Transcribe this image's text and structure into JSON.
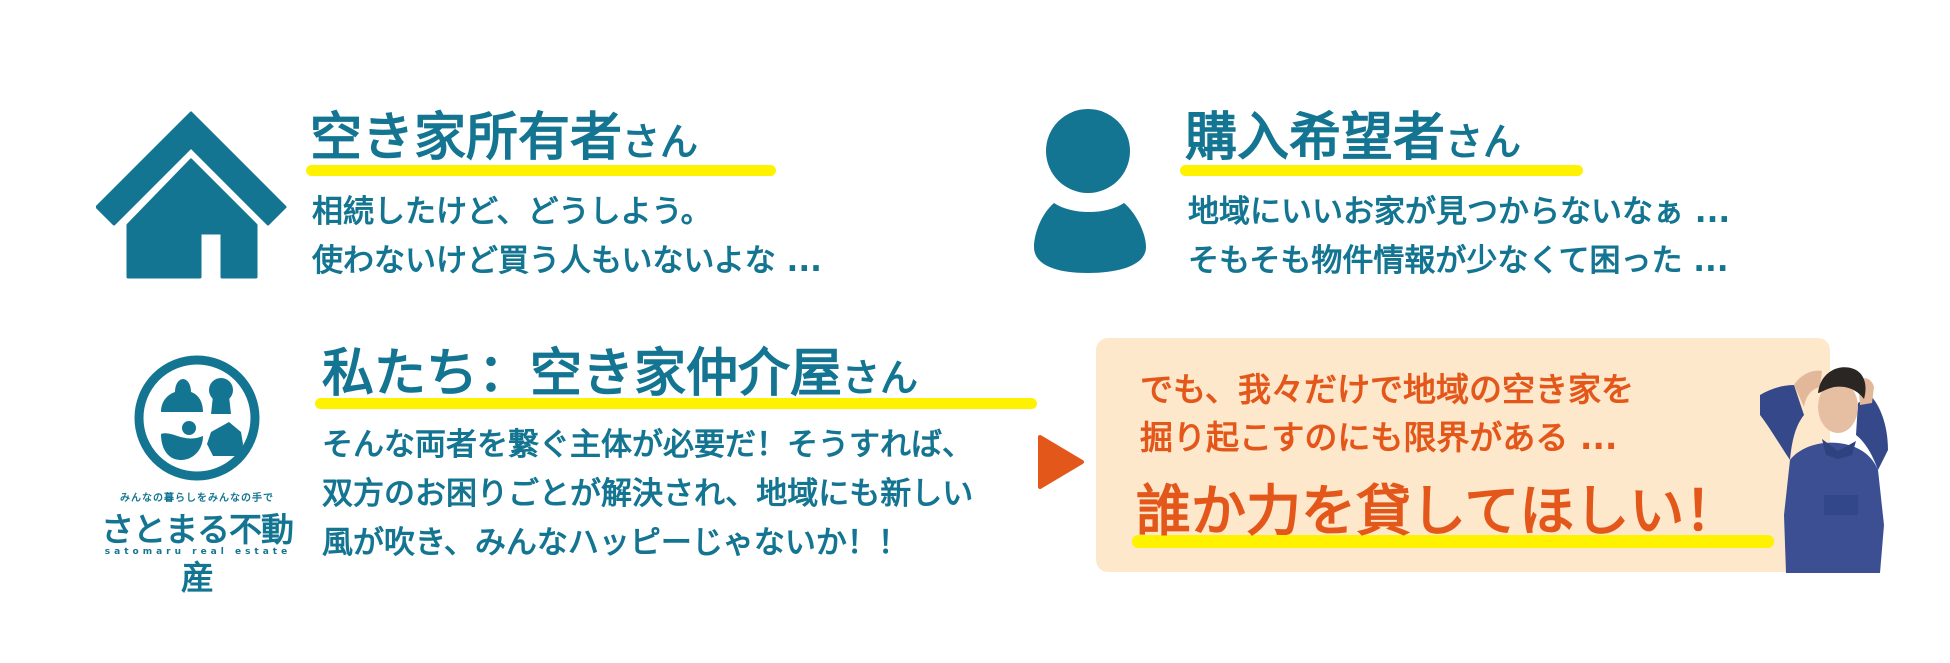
{
  "colors": {
    "brand_teal": "#137591",
    "highlight_yellow": "#fff200",
    "accent_orange": "#e4571b",
    "card_bg": "#fde8cc",
    "background": "#ffffff"
  },
  "owner": {
    "icon": "house-icon",
    "title_main": "空き家所有者",
    "title_suffix": "さん",
    "lines": [
      "相続したけど、どうしよう。",
      "使わないけど買う人もいないよな ..."
    ]
  },
  "buyer": {
    "icon": "person-icon",
    "title_main": "購入希望者",
    "title_suffix": "さん",
    "lines": [
      "地域にいいお家が見つからないなぁ ...",
      "そもそも物件情報が少なくて困った ..."
    ]
  },
  "us": {
    "title_main": "私たち：空き家仲介屋",
    "title_suffix": "さん",
    "lines": [
      "そんな両者を繋ぐ主体が必要だ！そうすれば、",
      "双方のお困りごとが解決され、地域にも新しい",
      "風が吹き、みんなハッピーじゃないか！！"
    ]
  },
  "logo": {
    "tagline": "みんなの暮らしをみんなの手で",
    "brand": "さとまる不動産",
    "brand_en": "satomaru real estate"
  },
  "arrow": {
    "icon": "arrow-right-icon"
  },
  "callout": {
    "lines": [
      "でも、我々だけで地域の空き家を",
      "掘り起こすのにも限界がある ..."
    ],
    "emphasis": "誰か力を貸してほしい！",
    "photo": "worried-man-photo"
  }
}
